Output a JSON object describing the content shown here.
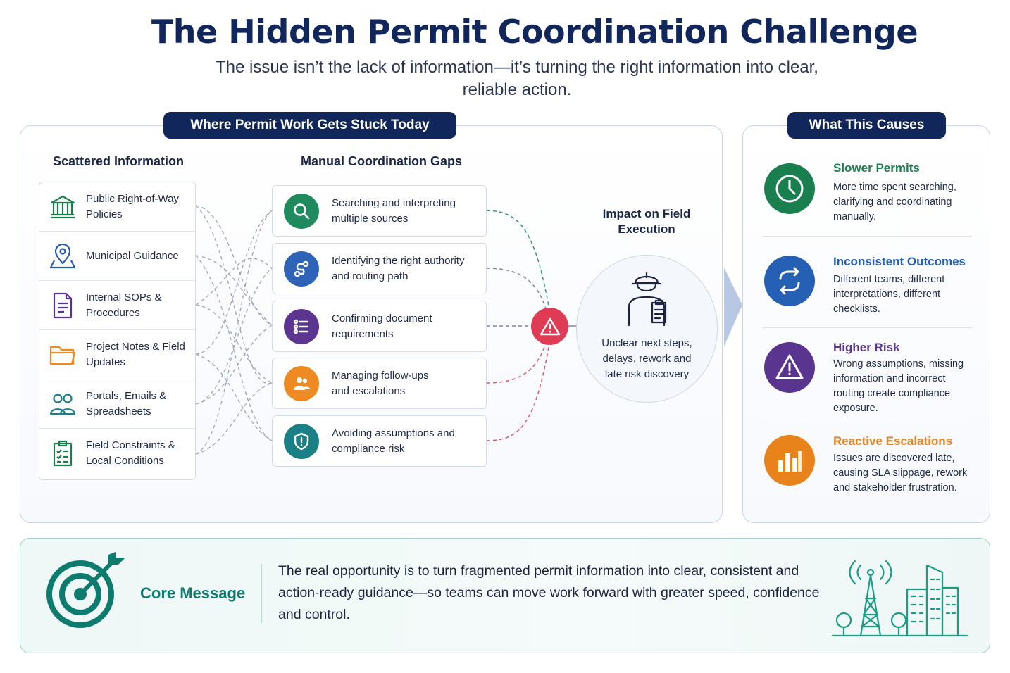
{
  "header": {
    "title": "The Hidden Permit Coordination Challenge",
    "subtitle": "The issue isn’t the lack of information—it’s turning the right information into clear, reliable action."
  },
  "left_panel": {
    "title": "Where Permit Work Gets Stuck Today",
    "sources_heading": "Scattered Information",
    "sources": [
      {
        "label": "Public Right-of-Way Policies",
        "icon": "government-building-icon"
      },
      {
        "label": "Municipal Guidance",
        "icon": "map-pin-icon"
      },
      {
        "label": "Internal SOPs & Procedures",
        "icon": "document-icon"
      },
      {
        "label": "Project Notes & Field Updates",
        "icon": "folder-icon"
      },
      {
        "label": "Portals, Emails & Spreadsheets",
        "icon": "people-icon"
      },
      {
        "label": "Field Constraints & Local Conditions",
        "icon": "clipboard-icon"
      }
    ],
    "gaps_heading": "Manual Coordination Gaps",
    "gaps": [
      {
        "label": "Searching and interpreting multiple sources",
        "icon": "search-icon",
        "color": "#1e8a5e"
      },
      {
        "label": "Identifying the right authority and routing path",
        "icon": "route-icon",
        "color": "#2f63b8"
      },
      {
        "label": "Confirming document requirements",
        "icon": "checklist-icon",
        "color": "#5b3590"
      },
      {
        "label": "Managing follow-ups and escalations",
        "icon": "team-icon",
        "color": "#ee8a22"
      },
      {
        "label": "Avoiding assumptions and compliance risk",
        "icon": "shield-icon",
        "color": "#1b7f86"
      }
    ],
    "impact_heading": "Impact on Field Execution",
    "impact_text": "Unclear next steps, delays, rework and late risk discovery",
    "alert_color": "#e03b55"
  },
  "right_panel": {
    "title": "What This Causes",
    "effects": [
      {
        "title": "Slower Permits",
        "text": "More time spent searching, clarifying and coordinating manually.",
        "color": "#1a7f4e",
        "icon": "clock-icon"
      },
      {
        "title": "Inconsistent Outcomes",
        "text": "Different teams, different interpretations, different checklists.",
        "color": "#2560b4",
        "icon": "refresh-icon"
      },
      {
        "title": "Higher Risk",
        "text": "Wrong assumptions, missing information and incorrect routing create compliance exposure.",
        "color": "#5a3590",
        "icon": "warning-icon"
      },
      {
        "title": "Reactive Escalations",
        "text": "Issues are discovered late, causing SLA slippage, rework and stakeholder frustration.",
        "color": "#e8821b",
        "icon": "bar-chart-icon"
      }
    ]
  },
  "core": {
    "label": "Core Message",
    "text": "The real opportunity is to turn fragmented permit information into clear, consistent and action-ready guidance—so teams can move work forward with greater speed, confidence and control."
  },
  "colors": {
    "navy": "#11275c",
    "teal": "#0e7b6f"
  }
}
